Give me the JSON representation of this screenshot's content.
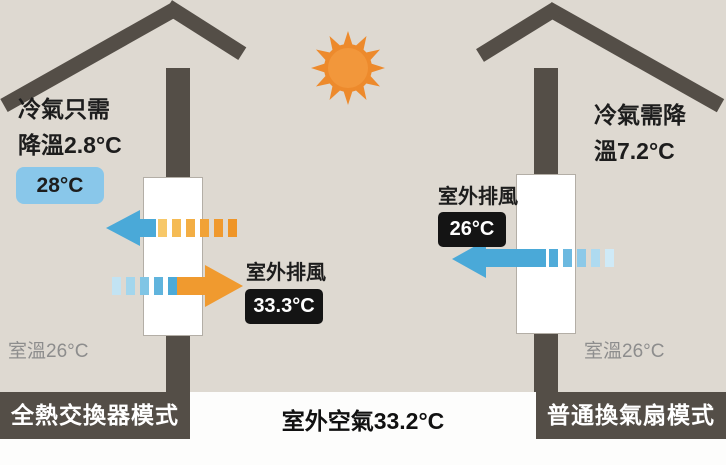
{
  "colors": {
    "bg": "#ded9d1",
    "wood": "#544e47",
    "blue": "#4aa9d8",
    "blue_badge": "#89c7ea",
    "orange": "#f09a2f",
    "black_badge": "#141414",
    "gray_text": "#8d8d8d",
    "sun_disc": "#f2973b",
    "sun_rays": "#ed8a2c"
  },
  "left_house": {
    "mode_label": "全熱交換器模式",
    "cool_need_line1": "冷氣只需",
    "cool_need_line2": "降溫2.8°C",
    "supply_temp": "28°C",
    "exhaust_label": "室外排風",
    "exhaust_temp": "33.3°C",
    "room_temp": "室溫26°C"
  },
  "right_house": {
    "mode_label": "普通換氣扇模式",
    "cool_need_line1": "冷氣需降",
    "cool_need_line2": "溫7.2°C",
    "exhaust_label": "室外排風",
    "exhaust_temp": "26°C",
    "room_temp": "室溫26°C"
  },
  "outdoor": {
    "label": "室外空氣33.2°C"
  },
  "stripes": {
    "intake_warm": [
      "#f7c869",
      "#f5bb54",
      "#f3ae44",
      "#f1a236",
      "#f0992d",
      "#ef9527"
    ],
    "exhaust_cool": [
      "#c2e3f3",
      "#a3d6ed",
      "#80c5e5",
      "#60b4dd",
      "#4daad8"
    ],
    "right_exhaust": [
      "#4fabd9",
      "#6cb9e0",
      "#8cc9e8",
      "#aedaf0",
      "#cfeaf7"
    ]
  }
}
